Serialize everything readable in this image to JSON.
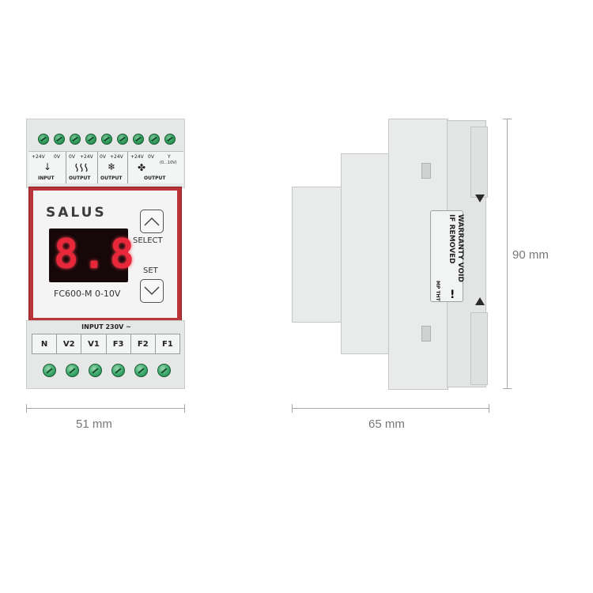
{
  "front": {
    "top_labels": [
      {
        "voltages": [
          "+24V",
          "0V"
        ],
        "name": "INPUT",
        "icon": "arrow-down-icon",
        "glyph": "↓"
      },
      {
        "voltages": [
          "0V",
          "+24V"
        ],
        "name": "OUTPUT",
        "icon": "heat-icon",
        "glyph": "⌇⌇⌇"
      },
      {
        "voltages": [
          "0V",
          "+24V"
        ],
        "name": "OUTPUT",
        "icon": "snowflake-icon",
        "glyph": "❄"
      },
      {
        "voltages": [
          "+24V",
          "0V",
          "Y",
          "(0...10V)"
        ],
        "name": "OUTPUT",
        "icon": "fan-icon",
        "glyph": "✤"
      }
    ],
    "brand": "SALUS",
    "display_value": "8.8",
    "model": "FC600-M  0-10V",
    "select_label": "SELECT",
    "set_label": "SET",
    "input_label": "INPUT 230V ~",
    "terminals": [
      "N",
      "V2",
      "V1",
      "F3",
      "F2",
      "F1"
    ]
  },
  "side": {
    "sticker_line1": "WARRANTY VOID",
    "sticker_line2": "IF REMOVED",
    "sticker_small": "MP THT"
  },
  "dimensions": {
    "width": "51 mm",
    "depth": "65 mm",
    "height": "90 mm"
  },
  "colors": {
    "panel_red": "#b83438",
    "display_digit": "#e8283a",
    "screw_green": "#2f9e5c"
  }
}
